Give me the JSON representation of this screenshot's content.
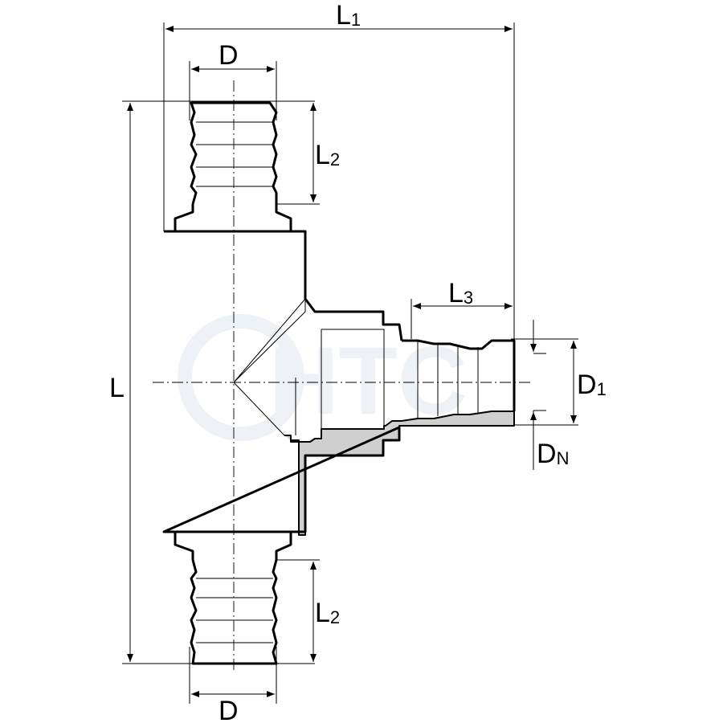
{
  "watermark": {
    "text": "HTC"
  },
  "dimensions": {
    "L1": {
      "main": "L",
      "sub": "1"
    },
    "D_top": {
      "main": "D"
    },
    "D_bottom": {
      "main": "D"
    },
    "L2_top": {
      "main": "L",
      "sub": "2"
    },
    "L2_bottom": {
      "main": "L",
      "sub": "2"
    },
    "L": {
      "main": "L"
    },
    "L3": {
      "main": "L",
      "sub": "3"
    },
    "D1": {
      "main": "D",
      "sub": "1"
    },
    "DN": {
      "main": "D",
      "sub": "N"
    }
  },
  "colors": {
    "line": "#000000",
    "section_fill": "#cfcfcf",
    "watermark": "#eef1f6"
  }
}
